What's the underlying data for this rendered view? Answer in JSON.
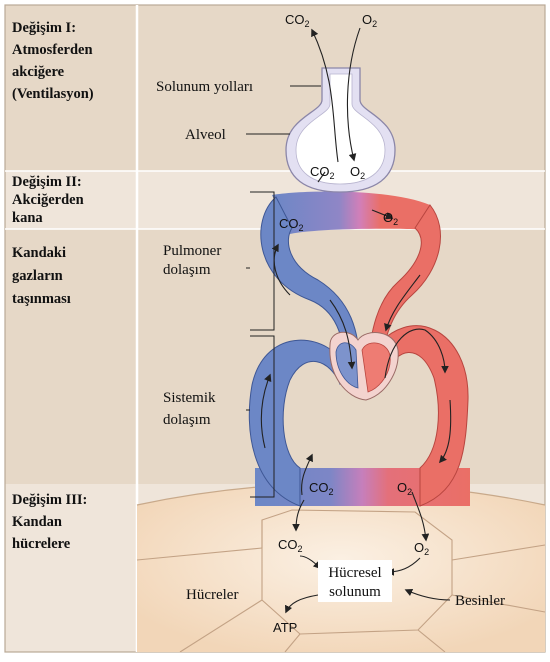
{
  "stages": {
    "exchange1": [
      "Değişim I:",
      "Atmosferden",
      "akciğere",
      "(Ventilasyon)"
    ],
    "exchange2": [
      "Değişim II:",
      "Akciğerden",
      "kana"
    ],
    "transport": [
      "Kandaki",
      "gazların",
      "taşınması"
    ],
    "exchange3": [
      "Değişim III:",
      "Kandan",
      "hücrelere"
    ]
  },
  "labels": {
    "airways": "Solunum yolları",
    "alveolus": "Alveol",
    "pulmonary": [
      "Pulmoner",
      "dolaşım"
    ],
    "systemic": [
      "Sistemik",
      "dolaşım"
    ],
    "cellular_respiration": [
      "Hücresel",
      "solunum"
    ],
    "cells": "Hücreler",
    "nutrients": "Besinler",
    "atp": "ATP"
  },
  "gases": {
    "co2_base": "CO",
    "o2_base": "O",
    "subscript": "2"
  },
  "colors": {
    "band_dark": "#e6d8c7",
    "band_light": "#efe5da",
    "divider": "#ffffff",
    "venous": "#6c87c6",
    "arterial": "#ea6f66",
    "mixed": "#c97fbf",
    "alveolus": "#e3e0f2",
    "cell_fill": "#f8e1c8"
  }
}
